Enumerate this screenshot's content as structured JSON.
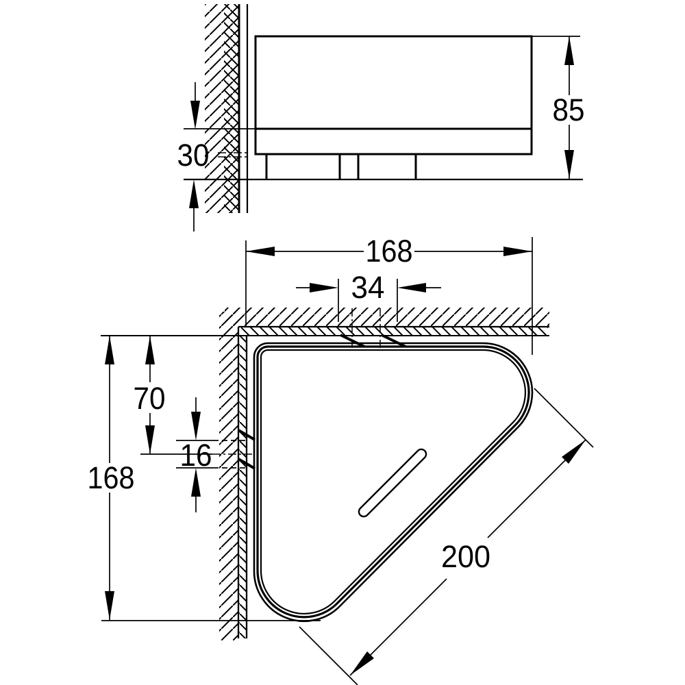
{
  "colors": {
    "line": "#000000",
    "background": "#ffffff"
  },
  "front_view": {
    "dims": {
      "height": "85",
      "mount_offset": "30"
    }
  },
  "plan_view": {
    "dims": {
      "width": "168",
      "hole_spacing": "34",
      "upper_offset": "70",
      "bracket_height": "16",
      "depth": "168",
      "diagonal": "200"
    }
  }
}
